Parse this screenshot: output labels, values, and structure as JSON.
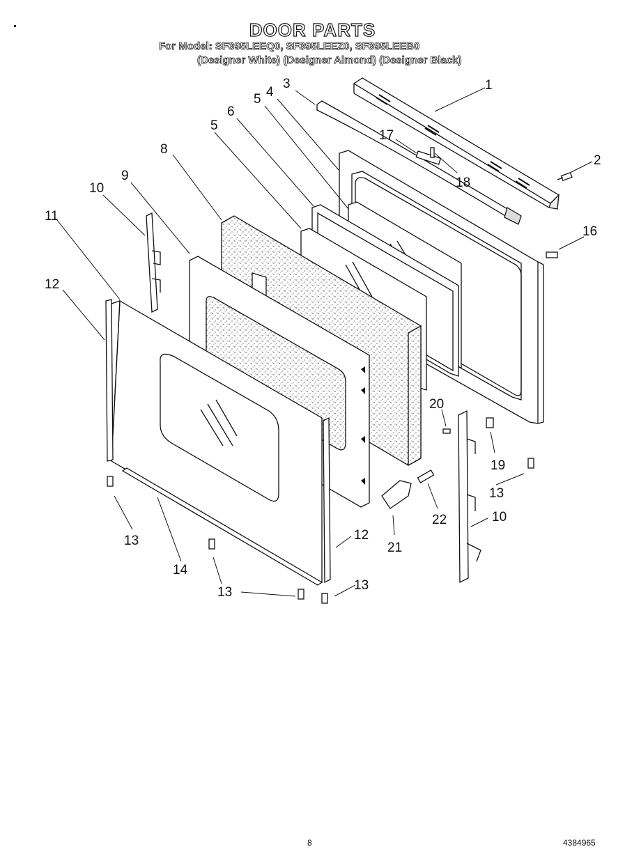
{
  "header": {
    "title": "DOOR PARTS",
    "models_line": "For Model: SF395LEEQ0, SF395LEEZ0, SF395LEEB0",
    "variants_line": "(Designer White) (Designer Almond) (Designer Black)"
  },
  "callouts": [
    "1",
    "2",
    "3",
    "4",
    "5",
    "5",
    "6",
    "8",
    "9",
    "10",
    "11",
    "12",
    "16",
    "17",
    "18",
    "20",
    "13",
    "19",
    "22",
    "10",
    "21",
    "12",
    "13",
    "14",
    "13",
    "13"
  ],
  "footer": {
    "page_number": "8",
    "doc_code": "4384965"
  }
}
